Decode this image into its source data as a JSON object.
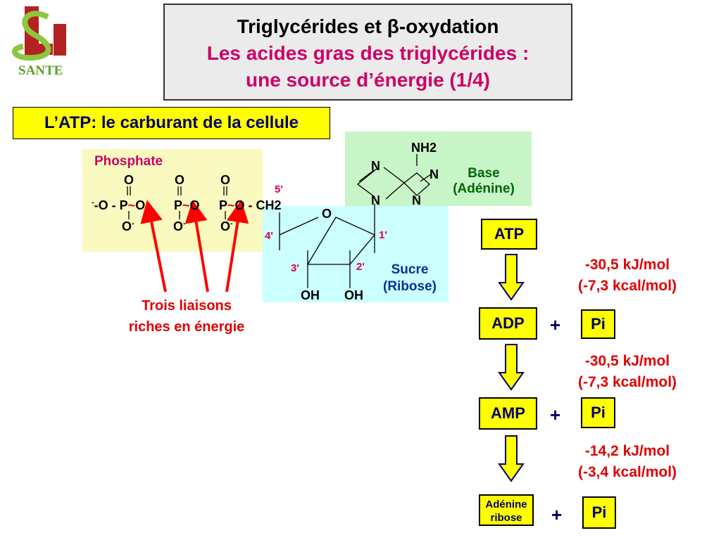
{
  "logo": {
    "text": "SANTE",
    "mark": "L1"
  },
  "title": {
    "line1": "Triglycérides et β-oxydation",
    "line2": "Les acides gras des triglycérides :",
    "line3": "une source d’énergie (1/4)"
  },
  "subtitle": "L’ATP: le carburant de la cellule",
  "molecule": {
    "phosphate_label": "Phosphate",
    "o": "O",
    "o_minus": "O",
    "minus": "-",
    "p": "P",
    "tilde": "~",
    "dash_o": "-O - P",
    "ch2": "O - CH2",
    "ring_o": "O",
    "n": "N",
    "nh2": "NH2",
    "oh": "OH",
    "carbons": [
      "5'",
      "4'",
      "3'",
      "2'",
      "1'"
    ],
    "base_label": "Base",
    "base_name": "(Adénine)",
    "sugar_label": "Sucre",
    "sugar_name": "(Ribose)",
    "bonds_label_1": "Trois liaisons",
    "bonds_label_2": "riches en énergie"
  },
  "cascade": {
    "atp": "ATP",
    "adp": "ADP",
    "amp": "AMP",
    "adenine_ribose_1": "Adénine",
    "adenine_ribose_2": "ribose",
    "pi": "Pi",
    "plus": "+",
    "steps": [
      {
        "kj": "-30,5 kJ/mol",
        "kcal": "(-7,3 kcal/mol)"
      },
      {
        "kj": "-30,5 kJ/mol",
        "kcal": "(-7,3 kcal/mol)"
      },
      {
        "kj": "-14,2 kJ/mol",
        "kcal": "(-3,4 kcal/mol)"
      }
    ]
  },
  "colors": {
    "pink": "#cc0066",
    "navy": "#000066",
    "red": "#e00000",
    "yellow": "#ffff00"
  }
}
